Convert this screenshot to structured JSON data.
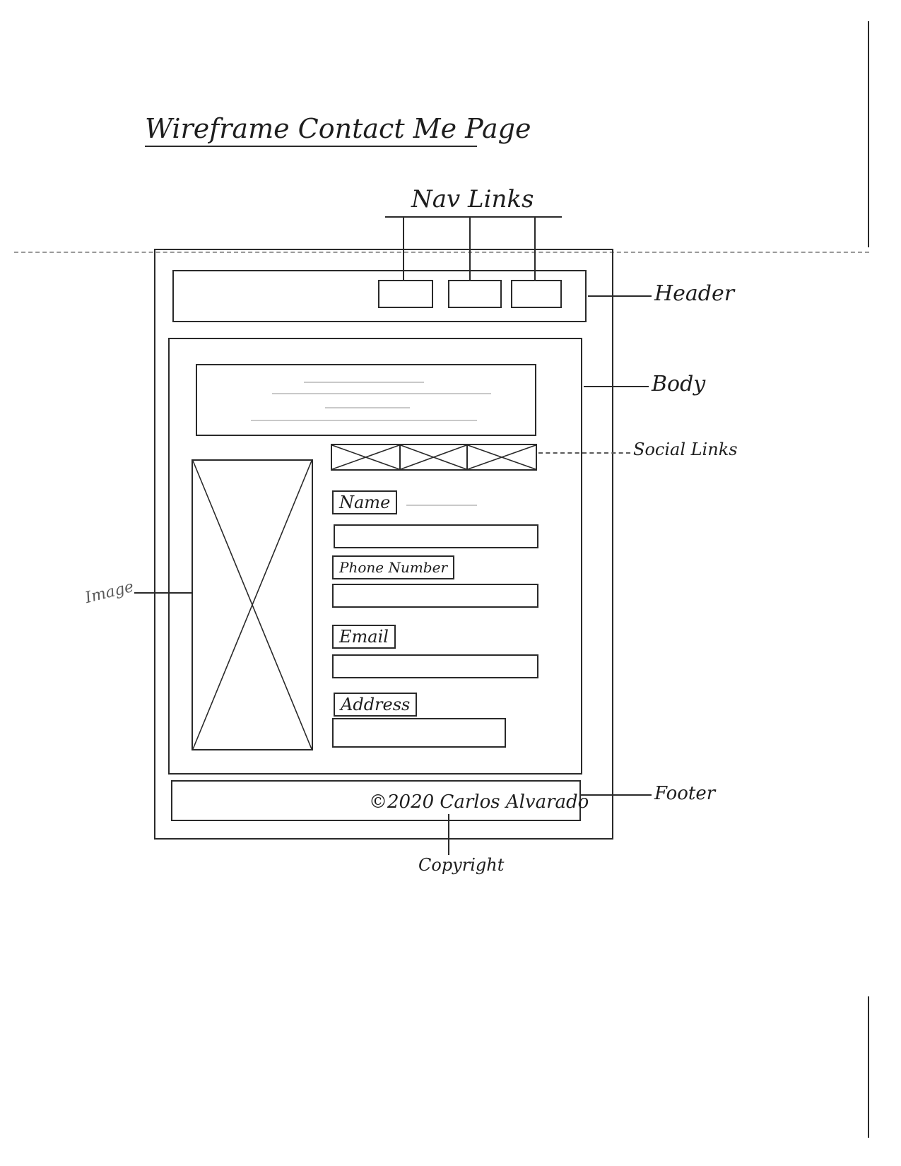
{
  "title": "Wireframe Contact Me Page",
  "annotations": {
    "nav_links": "Nav Links",
    "header": "Header",
    "body": "Body",
    "social_links": "Social Links",
    "image": "Image",
    "footer": "Footer",
    "copyright": "Copyright"
  },
  "form": {
    "fields": [
      {
        "label": "Name"
      },
      {
        "label": "Phone Number"
      },
      {
        "label": "Email"
      },
      {
        "label": "Address"
      }
    ]
  },
  "footer": {
    "copyright_text": "©2020 Carlos Alvarado"
  }
}
